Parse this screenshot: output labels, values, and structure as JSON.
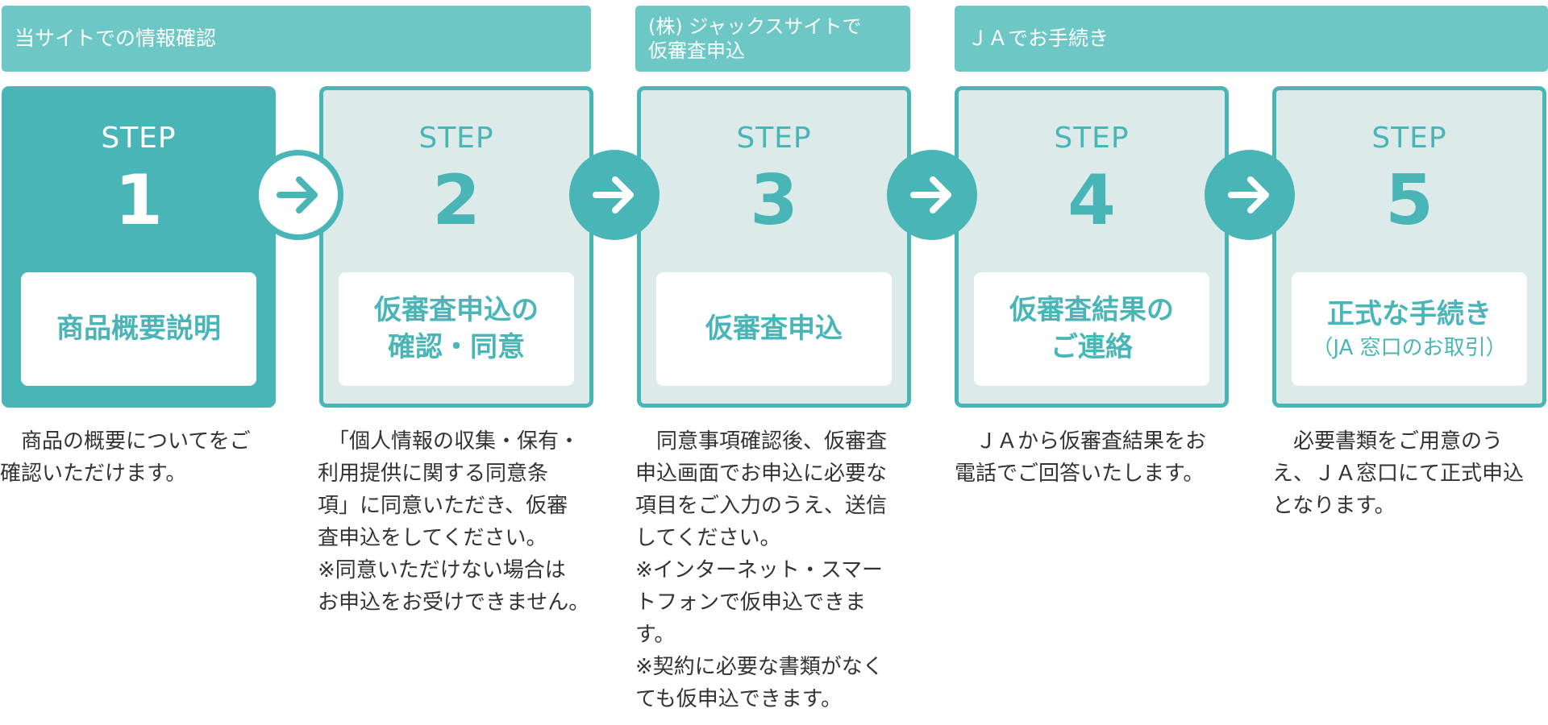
{
  "phases": [
    {
      "label_lines": [
        "当サイトでの情報確認"
      ]
    },
    {
      "label_lines": [
        "(株) ジャックスサイトで",
        "仮審査申込"
      ]
    },
    {
      "label_lines": [
        "ＪＡでお手続き"
      ]
    }
  ],
  "steps": [
    {
      "step_label": "STEP",
      "number": "1",
      "title_lines": [
        "商品概要説明"
      ],
      "subtitle": "",
      "description_lines": [
        "　商品の概要についてをご",
        "確認いただけます。"
      ]
    },
    {
      "step_label": "STEP",
      "number": "2",
      "title_lines": [
        "仮審査申込の",
        "確認・同意"
      ],
      "subtitle": "",
      "description_lines": [
        "　「個人情報の収集・保有・",
        "利用提供に関する同意条",
        "項」に同意いただき、仮審",
        "査申込をしてください。",
        "※同意いただけない場合は",
        "お申込をお受けできません。"
      ]
    },
    {
      "step_label": "STEP",
      "number": "3",
      "title_lines": [
        "仮審査申込"
      ],
      "subtitle": "",
      "description_lines": [
        "　同意事項確認後、仮審査",
        "申込画面でお申込に必要な",
        "項目をご入力のうえ、送信",
        "してください。",
        "※インターネット・スマー",
        "トフォンで仮申込できま",
        "す。",
        "※契約に必要な書類がなく",
        "ても仮申込できます。"
      ]
    },
    {
      "step_label": "STEP",
      "number": "4",
      "title_lines": [
        "仮審査結果の",
        "ご連絡"
      ],
      "subtitle": "",
      "description_lines": [
        "　ＪＡから仮審査結果をお",
        "電話でご回答いたします。"
      ]
    },
    {
      "step_label": "STEP",
      "number": "5",
      "title_lines": [
        "正式な手続き"
      ],
      "subtitle": "（JA 窓口のお取引）",
      "description_lines": [
        "　必要書類をご用意のう",
        "え、ＪＡ窓口にて正式申込",
        "となります。"
      ]
    }
  ],
  "arrows": [
    {
      "icon": "arrow-right-icon",
      "style": "outlined"
    },
    {
      "icon": "arrow-right-icon",
      "style": "filled"
    },
    {
      "icon": "arrow-right-icon",
      "style": "filled"
    },
    {
      "icon": "arrow-right-icon",
      "style": "filled"
    }
  ],
  "colors": {
    "accent": "#4ab5b7",
    "phase_bar": "#6cc7c5",
    "card_bg": "#dcebea",
    "text": "#333333"
  }
}
